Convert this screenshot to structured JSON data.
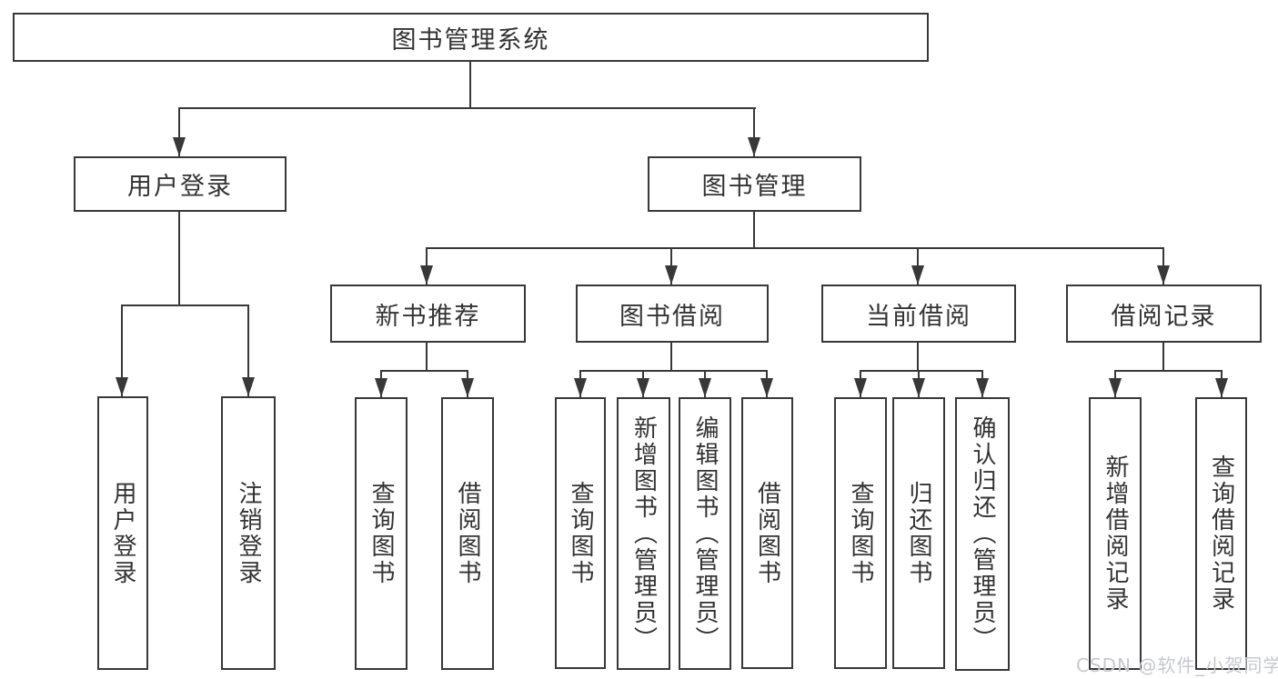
{
  "nodes": {
    "root": {
      "label": "图书管理系统"
    },
    "user_login": {
      "label": "用户登录",
      "children": [
        {
          "label": "用户登录"
        },
        {
          "label": "注销登录"
        }
      ]
    },
    "book_mgmt": {
      "label": "图书管理",
      "children": [
        {
          "label": "新书推荐",
          "children": [
            {
              "label": "查询图书"
            },
            {
              "label": "借阅图书"
            }
          ]
        },
        {
          "label": "图书借阅",
          "children": [
            {
              "label": "查询图书"
            },
            {
              "label": "新增图书（管理员）"
            },
            {
              "label": "编辑图书（管理员）"
            },
            {
              "label": "借阅图书"
            }
          ]
        },
        {
          "label": "当前借阅",
          "children": [
            {
              "label": "查询图书"
            },
            {
              "label": "归还图书"
            },
            {
              "label": "确认归还（管理员）"
            }
          ]
        },
        {
          "label": "借阅记录",
          "children": [
            {
              "label": "新增借阅记录"
            },
            {
              "label": "查询借阅记录"
            }
          ]
        }
      ]
    }
  },
  "watermark": {
    "text": "CSDN @软件_小贺同学"
  },
  "colors": {
    "line": "#383838",
    "box_border": "#383838",
    "text": "#333333",
    "background": "#ffffff",
    "watermark": "#c6c8cd"
  }
}
